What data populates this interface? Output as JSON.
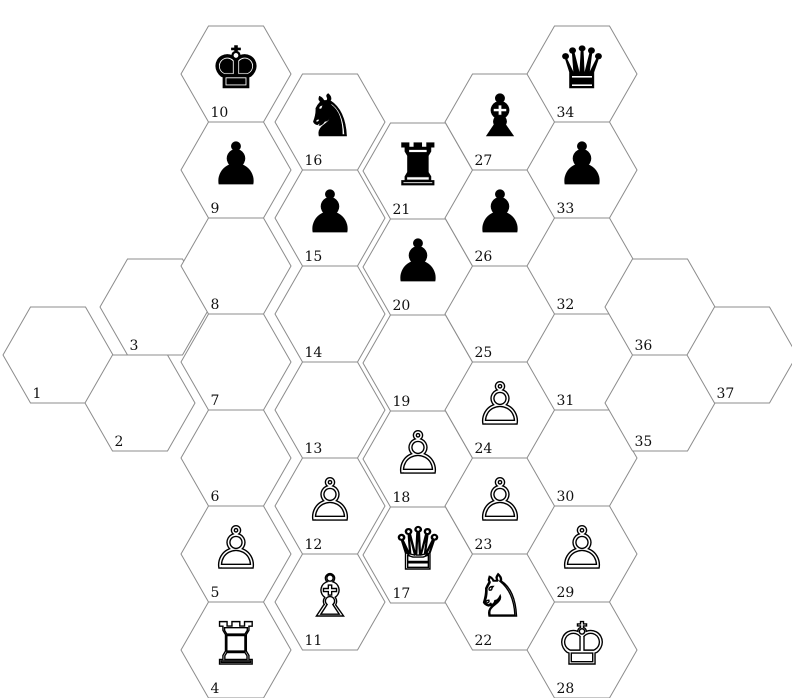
{
  "board": {
    "cells": [
      {
        "number": "1",
        "piece": null
      },
      {
        "number": "2",
        "piece": null
      },
      {
        "number": "3",
        "piece": null
      },
      {
        "number": "4",
        "piece": "white-rook"
      },
      {
        "number": "5",
        "piece": "white-pawn"
      },
      {
        "number": "6",
        "piece": null
      },
      {
        "number": "7",
        "piece": null
      },
      {
        "number": "8",
        "piece": null
      },
      {
        "number": "9",
        "piece": "black-pawn"
      },
      {
        "number": "10",
        "piece": "black-king"
      },
      {
        "number": "11",
        "piece": "white-bishop"
      },
      {
        "number": "12",
        "piece": "white-pawn"
      },
      {
        "number": "13",
        "piece": null
      },
      {
        "number": "14",
        "piece": null
      },
      {
        "number": "15",
        "piece": "black-pawn"
      },
      {
        "number": "16",
        "piece": "black-knight"
      },
      {
        "number": "17",
        "piece": "white-queen"
      },
      {
        "number": "18",
        "piece": "white-pawn"
      },
      {
        "number": "19",
        "piece": null
      },
      {
        "number": "20",
        "piece": "black-pawn"
      },
      {
        "number": "21",
        "piece": "black-rook"
      },
      {
        "number": "22",
        "piece": "white-knight"
      },
      {
        "number": "23",
        "piece": "white-pawn"
      },
      {
        "number": "24",
        "piece": "white-pawn"
      },
      {
        "number": "25",
        "piece": null
      },
      {
        "number": "26",
        "piece": "black-pawn"
      },
      {
        "number": "27",
        "piece": "black-bishop"
      },
      {
        "number": "28",
        "piece": "white-king"
      },
      {
        "number": "29",
        "piece": "white-pawn"
      },
      {
        "number": "30",
        "piece": null
      },
      {
        "number": "31",
        "piece": null
      },
      {
        "number": "32",
        "piece": null
      },
      {
        "number": "33",
        "piece": "black-pawn"
      },
      {
        "number": "34",
        "piece": "black-queen"
      },
      {
        "number": "35",
        "piece": null
      },
      {
        "number": "36",
        "piece": null
      },
      {
        "number": "37",
        "piece": null
      }
    ]
  },
  "pieces": {
    "white-king": {
      "glyph": "♔",
      "color": "#ffffff"
    },
    "white-queen": {
      "glyph": "♕",
      "color": "#ffffff"
    },
    "white-rook": {
      "glyph": "♖",
      "color": "#ffffff"
    },
    "white-bishop": {
      "glyph": "♗",
      "color": "#ffffff"
    },
    "white-knight": {
      "glyph": "♘",
      "color": "#ffffff"
    },
    "white-pawn": {
      "glyph": "♙",
      "color": "#ffffff"
    },
    "black-king": {
      "glyph": "♚",
      "color": "#000000"
    },
    "black-queen": {
      "glyph": "♛",
      "color": "#000000"
    },
    "black-rook": {
      "glyph": "♜",
      "color": "#000000"
    },
    "black-bishop": {
      "glyph": "♝",
      "color": "#000000"
    },
    "black-knight": {
      "glyph": "♞",
      "color": "#000000"
    },
    "black-pawn": {
      "glyph": "♟",
      "color": "#000000"
    }
  }
}
